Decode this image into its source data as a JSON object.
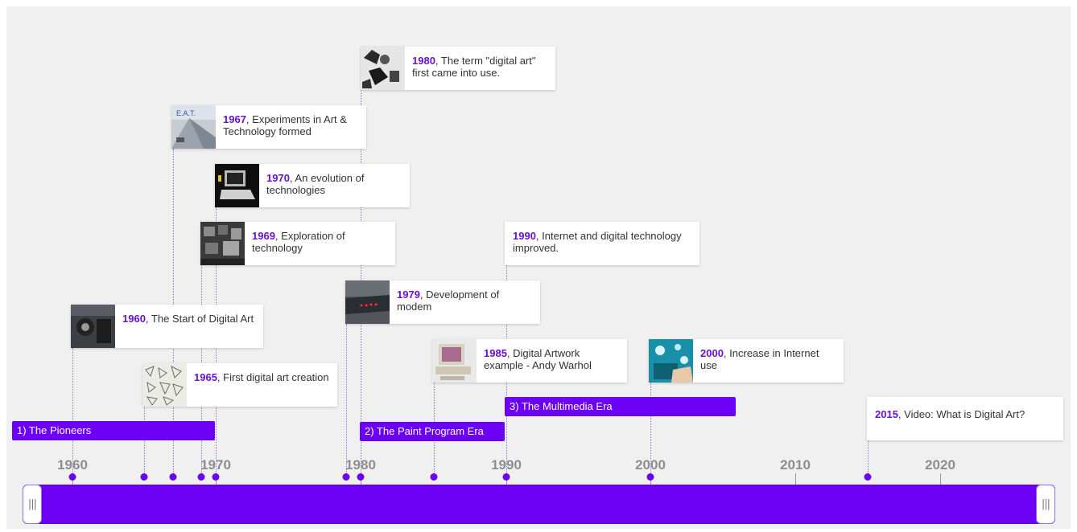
{
  "events": [
    {
      "year": "1960",
      "text": ", The Start of Digital Art"
    },
    {
      "year": "1965",
      "text": ", First digital art creation"
    },
    {
      "year": "1967",
      "text": ", Experiments in Art & Technology formed"
    },
    {
      "year": "1969",
      "text": ", Exploration of technology"
    },
    {
      "year": "1970",
      "text": ", An evolution of technologies"
    },
    {
      "year": "1979",
      "text": ", Development of modem"
    },
    {
      "year": "1980",
      "text": ", The term \"digital art\" first came into use."
    },
    {
      "year": "1985",
      "text": ", Digital Artwork example - Andy Warhol"
    },
    {
      "year": "1990",
      "text": ", Internet and digital technology improved."
    },
    {
      "year": "2000",
      "text": ", Increase in Internet use"
    },
    {
      "year": "2015",
      "text": ", Video: What is Digital Art?"
    }
  ],
  "eras": [
    {
      "label": "1) The Pioneers"
    },
    {
      "label": "2) The Paint Program Era"
    },
    {
      "label": "3) The Multimedia Era"
    }
  ],
  "axis": {
    "labels": [
      "1960",
      "1970",
      "1980",
      "1990",
      "2000",
      "2010",
      "2020"
    ]
  },
  "navigator": {
    "left_grip": "|||",
    "right_grip": "|||"
  },
  "colors": {
    "accent": "#6b00f5",
    "year_text": "#6a10d0",
    "background": "#f0f0f0"
  }
}
